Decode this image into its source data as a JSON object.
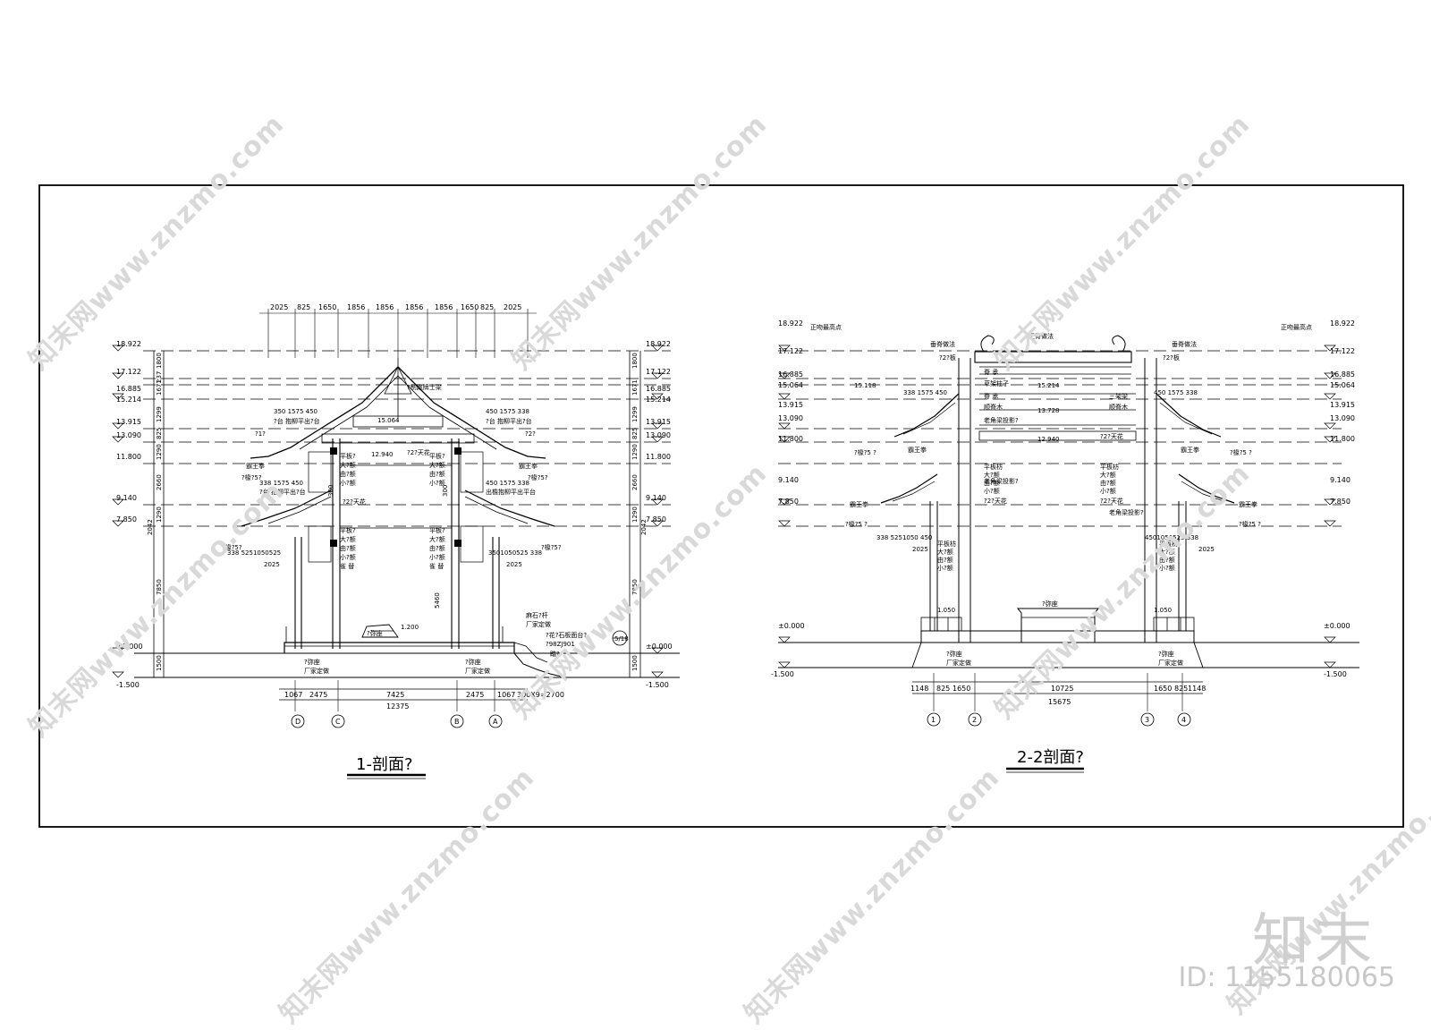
{
  "watermark": {
    "text": "知末网www.znzmo.com",
    "brand": "知末",
    "id_label": "ID: 1155180065"
  },
  "section1": {
    "title": "1-剖面?",
    "top_dims": [
      "2025",
      "825",
      "1650",
      "1856",
      "1856",
      "1856",
      "1856",
      "1650",
      "825",
      "2025"
    ],
    "bottom_dims": [
      "1067",
      "2475",
      "7425",
      "2475",
      "1067"
    ],
    "bottom_total": "12375",
    "stair_dim": "300X9=2700",
    "axis_labels": [
      "D",
      "C",
      "B",
      "A"
    ],
    "elev_left": [
      "18.922",
      "17.122",
      "16.885",
      "15.214",
      "13.915",
      "13.090",
      "11.800",
      "9.140",
      "7.850",
      "±0.000",
      "-1.500"
    ],
    "elev_right": [
      "18.922",
      "17.122",
      "16.885",
      "15.214",
      "13.915",
      "13.090",
      "11.800",
      "9.140",
      "7.850",
      "±0.000",
      "-1.500"
    ],
    "side_dims": [
      "1800",
      "1671",
      "237",
      "1299",
      "825",
      "1290",
      "2660",
      "1290",
      "2042",
      "7850",
      "1500"
    ],
    "inner_dims": [
      "5460",
      "300",
      "300"
    ],
    "labels": {
      "ridge": "?制跑牌士梁",
      "top_elev": "15.064",
      "mid_elev": "12.940",
      "ceiling": "?2?天花",
      "ceiling2": "?2?天花",
      "bracket_a": "350 1575 450",
      "bracket_b": "?台 抱柳平出?台",
      "bracket_c": "450 1575 338",
      "bracket_d": "?台 抱柳平出?台",
      "bracket_e": "338 1575 450",
      "bracket_f": "?台 抱柳平出?台",
      "bracket_g": "450 1575 338",
      "bracket_h": "出檐抱柳平出平台",
      "king": "霸王拳",
      "beam1": "平板?",
      "beam2": "大?额",
      "beam3": "由?额",
      "beam4": "小?额",
      "beam5": "雀 替",
      "rafter_l": "?椽?5?",
      "rafter_r": "?椽?5?",
      "step_l": "338 5251050525",
      "step_r": "3501050525 338",
      "bay_l": "2025",
      "bay_r": "2025",
      "seat": "?弥座",
      "seat_dim": "1.200",
      "base_l": "?弥座",
      "base_l2": "厂家定做",
      "base_r": "?弥座",
      "base_r2": "厂家定做",
      "rail1": "麻石?杆",
      "rail2": "厂家定做",
      "rail3": "?花?石板面台?",
      "rail4": "?98ZJ901",
      "rail5": "踏?",
      "callout": "5/18",
      "r_small": "?1?",
      "r_small2": "?2?"
    }
  },
  "section2": {
    "title": "2-2剖面?",
    "bottom_dims": [
      "1148",
      "825",
      "1650",
      "10725",
      "1650",
      "825",
      "1148"
    ],
    "bottom_total": "15675",
    "axis_labels": [
      "1",
      "2",
      "3",
      "4"
    ],
    "elev_left": [
      "18.922",
      "17.122",
      "16.885",
      "15.064",
      "13.915",
      "13.090",
      "11.800",
      "9.140",
      "7.850",
      "±0.000",
      "-1.500"
    ],
    "elev_right": [
      "18.922",
      "17.122",
      "16.885",
      "15.064",
      "13.915",
      "13.090",
      "11.800",
      "9.140",
      "7.850",
      "±0.000",
      "-1.500"
    ],
    "labels": {
      "highest_l": "正吻最高点",
      "highest_r": "正吻最高点",
      "ridge": "正脊做法",
      "hip_l": "垂脊做法",
      "hip_r": "垂脊做法",
      "purlin_l": "?2?板",
      "purlin_r": "?2?板",
      "elev_in_l": "15.118",
      "elev_in_r": "15.214",
      "elev_mid": "13.728",
      "elev_low": "12.940",
      "tie1": "脊 承",
      "tie2": "草架柱子",
      "tie3": "脊 承",
      "tie4": "三架梁",
      "tie5": "顺脊木",
      "tie6": "顺脊木",
      "angle_l": "老角梁投影?",
      "angle_r": "老角梁投影?",
      "ceiling": "?2?天花",
      "ceiling_l": "?2?天花",
      "ceiling_r": "?2?天花",
      "beam1": "平板枋",
      "beam2": "大?额",
      "beam3": "由?额",
      "beam4": "小?额",
      "bracket_l": "338 1575 450",
      "bracket_r": "450 1575 338",
      "step_l": "338 5251050 450",
      "step_r": "4501050525 338",
      "bay_l": "2025",
      "bay_r": "2025",
      "king_l": "霸王拳",
      "king_r": "霸王拳",
      "rafter_l": "?椽?5 ?",
      "rafter_r": "?椽?5 ?",
      "seat": "?弥座",
      "dim_l": "1.050",
      "dim_r": "1.050",
      "base_l": "?弥座",
      "base_l2": "厂家定做",
      "base_r": "?弥座",
      "base_r2": "厂家定做"
    }
  }
}
